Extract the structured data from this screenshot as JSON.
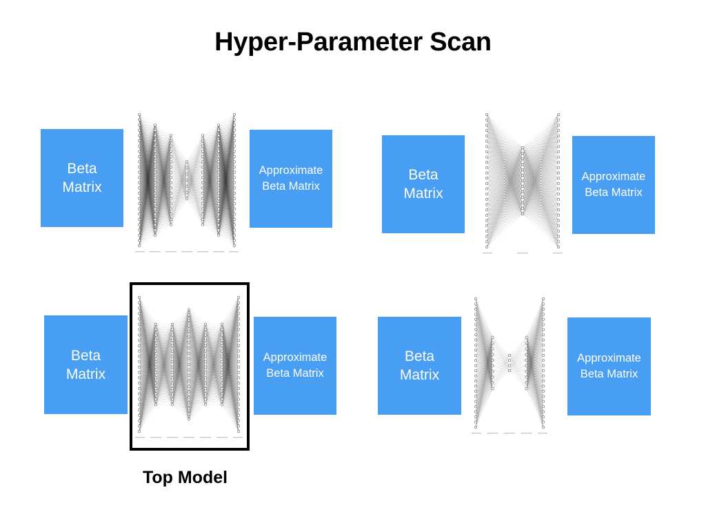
{
  "slide": {
    "title": "Hyper-Parameter Scan",
    "caption": "Top Model"
  },
  "colors": {
    "box_fill": "#479ef3",
    "box_text": "#ffffff",
    "frame": "#000000",
    "network_lines": "#000000"
  },
  "models": [
    {
      "input_label": "Beta\nMatrix",
      "output_label": "Approximate\nBeta Matrix",
      "layer_widths": [
        1.0,
        0.84,
        0.68,
        0.28,
        0.68,
        0.84,
        1.0
      ],
      "highlighted": false
    },
    {
      "input_label": "Beta\nMatrix",
      "output_label": "Approximate\nBeta Matrix",
      "layer_widths": [
        1.0,
        0.5,
        1.0
      ],
      "highlighted": false
    },
    {
      "input_label": "Beta\nMatrix",
      "output_label": "Approximate\nBeta Matrix",
      "layer_widths": [
        1.0,
        0.6,
        0.6,
        0.82,
        0.6,
        0.6,
        1.0
      ],
      "highlighted": true
    },
    {
      "input_label": "Beta\nMatrix",
      "output_label": "Approximate\nBeta Matrix",
      "layer_widths": [
        1.0,
        0.4,
        0.12,
        0.4,
        1.0
      ],
      "highlighted": false
    }
  ]
}
